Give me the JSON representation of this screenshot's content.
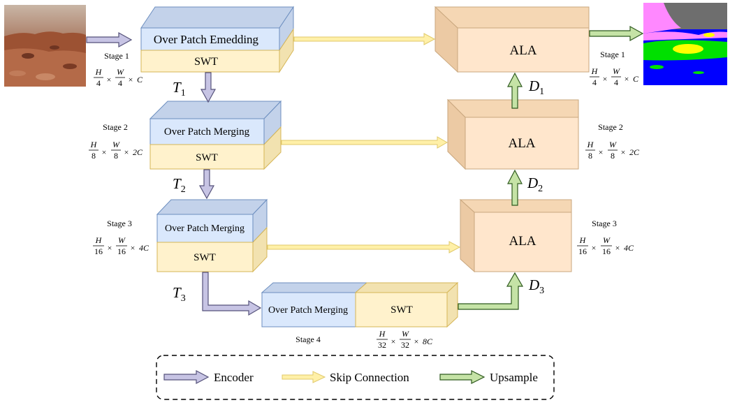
{
  "colors": {
    "encoder_blue": "#dae8fc",
    "encoder_blue_top": "#c3d2ea",
    "swt_yellow": "#fff2cc",
    "swt_yellow_side": "#f2e2b0",
    "ala_orange": "#ffe6cc",
    "ala_orange_top": "#f5d7b4",
    "encoder_arrow": "#c7c4e4",
    "skip_arrow": "#fff0a8",
    "upsample_arrow": "#c5e3a6"
  },
  "encoder": {
    "stage1": {
      "top_label": "Over Patch Emedding",
      "bottom_label": "SWT",
      "stage": "Stage 1",
      "size_factor": "4",
      "channels": "C"
    },
    "stage2": {
      "top_label": "Over Patch Merging",
      "bottom_label": "SWT",
      "stage": "Stage 2",
      "size_factor": "8",
      "channels": "2C"
    },
    "stage3": {
      "top_label": "Over Patch Merging",
      "bottom_label": "SWT",
      "stage": "Stage 3",
      "size_factor": "16",
      "channels": "4C"
    },
    "stage4": {
      "left_label": "Over Patch Merging",
      "right_label": "SWT",
      "stage": "Stage 4",
      "size_factor": "32",
      "channels": "8C"
    }
  },
  "decoder": {
    "stage1": {
      "label": "ALA",
      "stage": "Stage 1",
      "size_factor": "4",
      "channels": "C"
    },
    "stage2": {
      "label": "ALA",
      "stage": "Stage 2",
      "size_factor": "8",
      "channels": "2C"
    },
    "stage3": {
      "label": "ALA",
      "stage": "Stage 3",
      "size_factor": "16",
      "channels": "4C"
    }
  },
  "math": {
    "H": "H",
    "W": "W",
    "times": "×"
  },
  "tokens": {
    "T1": {
      "base": "T",
      "sub": "1"
    },
    "T2": {
      "base": "T",
      "sub": "2"
    },
    "T3": {
      "base": "T",
      "sub": "3"
    },
    "D1": {
      "base": "D",
      "sub": "1"
    },
    "D2": {
      "base": "D",
      "sub": "2"
    },
    "D3": {
      "base": "D",
      "sub": "3"
    }
  },
  "legend": {
    "encoder": "Encoder",
    "skip": "Skip Connection",
    "upsample": "Upsample"
  }
}
